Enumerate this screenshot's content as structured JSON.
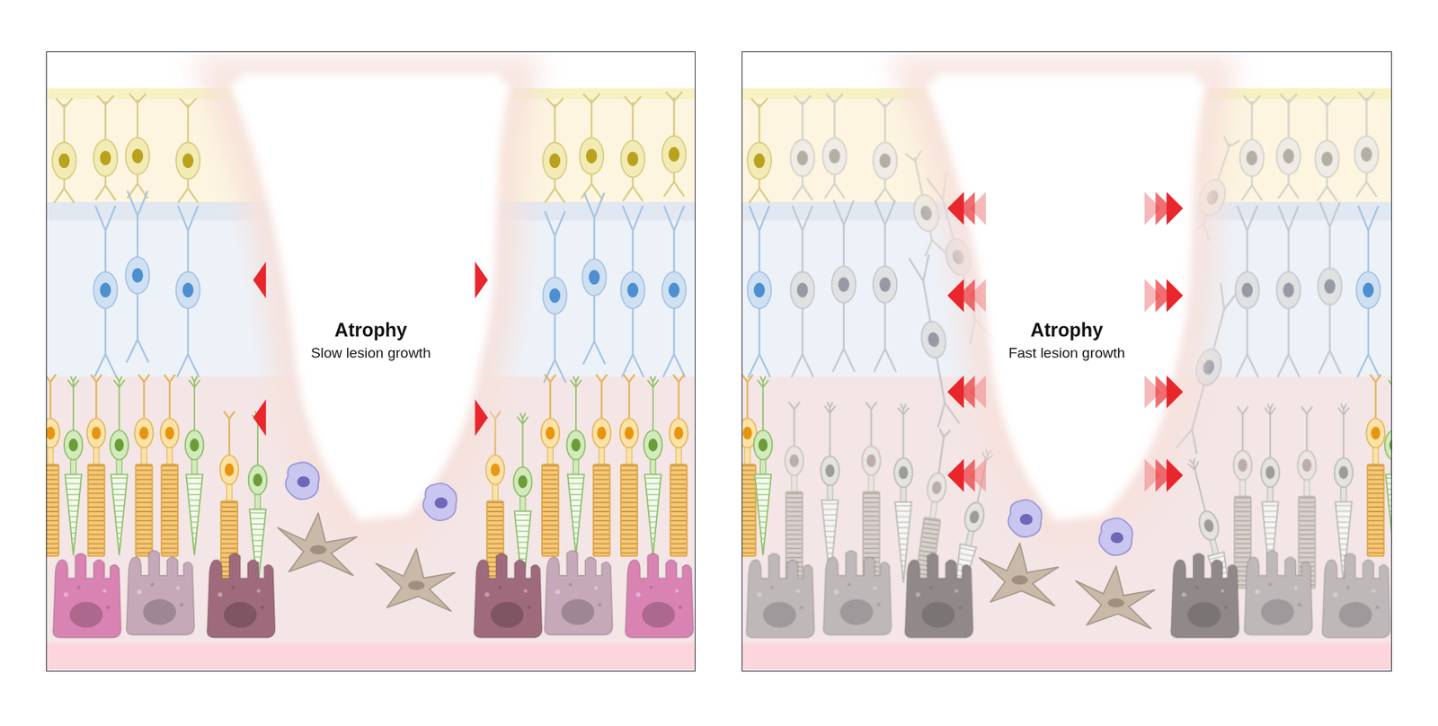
{
  "diagram": {
    "nodes": [
      {
        "text": [
          "Atrophy",
          "Slow lesion growth"
        ]
      },
      {
        "text": [
          "Atrophy",
          "Fast lesion growth"
        ]
      }
    ]
  }
}
